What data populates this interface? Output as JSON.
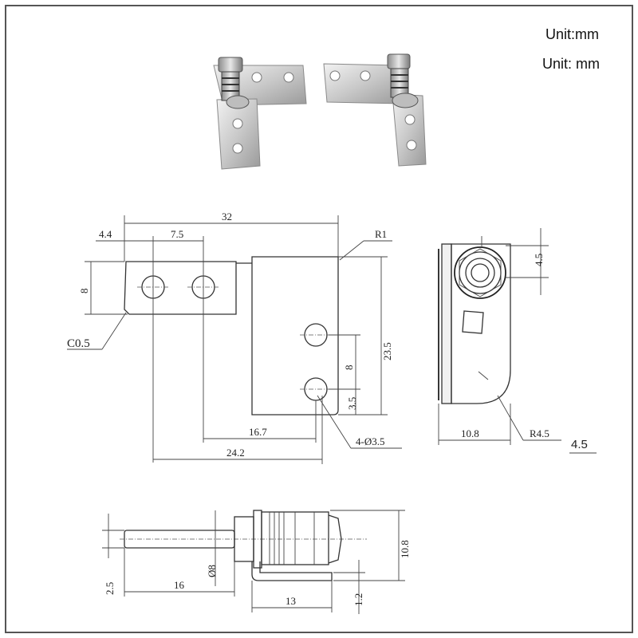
{
  "units": {
    "line1": "Unit:mm",
    "line2": "Unit:  mm"
  },
  "front_view": {
    "dim_total_width": "32",
    "dim_left_offset": "4.4",
    "dim_hole_spacing": "7.5",
    "dim_arm_height": "8",
    "dim_chamfer": "C0.5",
    "dim_radius": "R1",
    "dim_body_height": "23.5",
    "dim_vertical_hole_spacing": "8",
    "dim_bottom_hole_offset": "3.5",
    "dim_to_hole": "16.7",
    "dim_overall": "24.2",
    "dim_holes": "4-Ø3.5"
  },
  "side_view": {
    "dim_nut": "4.5",
    "dim_width": "10.8",
    "dim_radius": "R4.5",
    "dim_note": "4.5"
  },
  "top_view": {
    "dim_shaft_offset": "2.5",
    "dim_shaft_length": "16",
    "dim_shaft_dia": "Ø8",
    "dim_base": "13",
    "dim_thickness": "1.2",
    "dim_height": "10.8"
  }
}
